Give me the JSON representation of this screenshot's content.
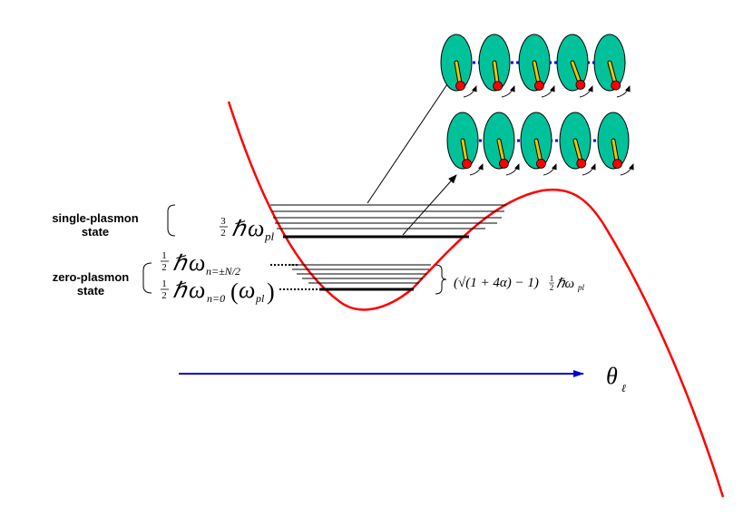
{
  "labels": {
    "single_plasmon": [
      "single-plasmon",
      "state"
    ],
    "zero_plasmon": [
      "zero-plasmon",
      "state"
    ]
  },
  "formulas": {
    "three_half": "3",
    "two": "2",
    "one": "1",
    "hbar": "ℏ",
    "omega": "ω",
    "sub_pl": "pl",
    "sub_n_pm": "n=±N/2",
    "sub_n0": "n=0",
    "open_paren": "(",
    "close_paren": ")",
    "gap_formula": "(√(1 + 4α) − 1)",
    "gap_tail": "ℏω",
    "theta": "θ",
    "theta_sub": "ℓ"
  },
  "colors": {
    "potential": "#ff0000",
    "axis": "#0000cc",
    "ellipse": "#00c29a",
    "needle": "#e8c800",
    "dot": "#ff0000",
    "chain": "#0000ff"
  },
  "chains": {
    "top_row_angles": [
      -10,
      -8,
      -12,
      -20,
      -15
    ],
    "bottom_row_angles": [
      -10,
      -12,
      -12,
      -15,
      -10
    ]
  }
}
